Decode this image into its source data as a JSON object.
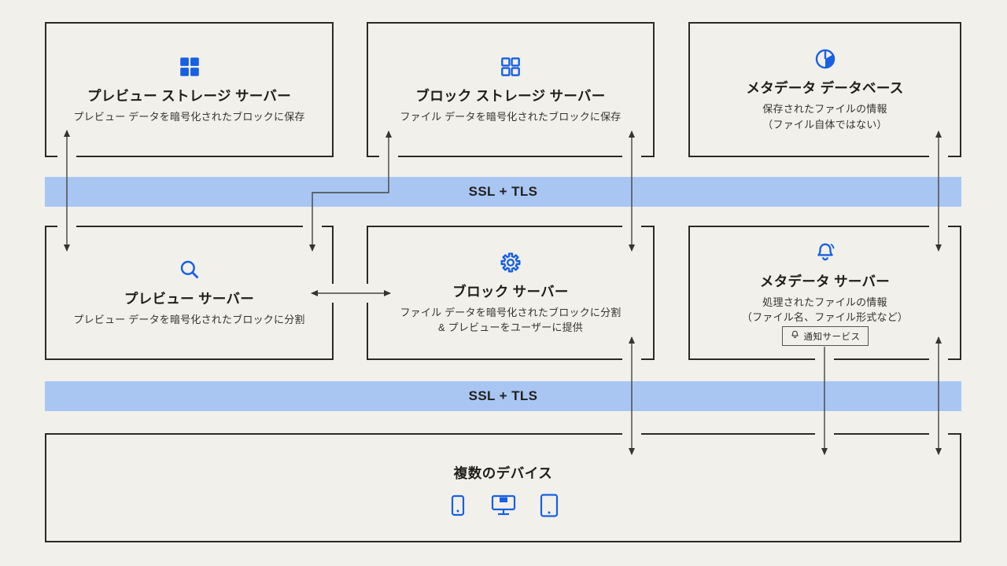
{
  "diagram": {
    "colors": {
      "background": "#f2f0eb",
      "box_border": "#2b2a26",
      "accent_blue": "#1760e2",
      "ssl_band": "#a9c6f3",
      "arrow": "#45443f"
    },
    "boxes": [
      {
        "id": "preview-storage-server",
        "icon": "grid-filled-icon",
        "title": "プレビュー ストレージ サーバー",
        "lines": [
          "プレビュー データを暗号化されたブロックに保存"
        ]
      },
      {
        "id": "block-storage-server",
        "icon": "grid-outline-icon",
        "title": "ブロック ストレージ サーバー",
        "lines": [
          "ファイル データを暗号化されたブロックに保存"
        ]
      },
      {
        "id": "metadata-database",
        "icon": "pie-chart-icon",
        "title": "メタデータ データベース",
        "lines": [
          "保存されたファイルの情報",
          "（ファイル自体ではない）"
        ]
      },
      {
        "id": "preview-server",
        "icon": "magnifier-icon",
        "title": "プレビュー サーバー",
        "lines": [
          "プレビュー データを暗号化されたブロックに分割"
        ]
      },
      {
        "id": "block-server",
        "icon": "gear-icon",
        "title": "ブロック サーバー",
        "lines": [
          "ファイル データを暗号化されたブロックに分割",
          "& プレビューをユーザーに提供"
        ]
      },
      {
        "id": "metadata-server",
        "icon": "bell-icon",
        "title": "メタデータ サーバー",
        "lines": [
          "処理されたファイルの情報",
          "（ファイル名、ファイル形式など）"
        ],
        "badge": "通知サービス"
      }
    ],
    "bands": [
      {
        "label": "SSL + TLS"
      },
      {
        "label": "SSL + TLS"
      }
    ],
    "devices": {
      "title": "複数のデバイス",
      "icons": [
        "smartphone-icon",
        "monitor-icon",
        "tablet-icon"
      ]
    },
    "connections": [
      {
        "from": "preview-storage-server",
        "to": "preview-server",
        "bidirectional": true
      },
      {
        "from": "block-storage-server",
        "to": "preview-server",
        "bidirectional": true
      },
      {
        "from": "block-storage-server",
        "to": "block-server",
        "bidirectional": true
      },
      {
        "from": "metadata-database",
        "to": "metadata-server",
        "bidirectional": true
      },
      {
        "from": "preview-server",
        "to": "block-server",
        "bidirectional": true
      },
      {
        "from": "block-server",
        "to": "devices",
        "bidirectional": true
      },
      {
        "from": "notification-service-badge",
        "to": "devices",
        "bidirectional": false
      },
      {
        "from": "metadata-server",
        "to": "devices",
        "bidirectional": true
      }
    ]
  }
}
